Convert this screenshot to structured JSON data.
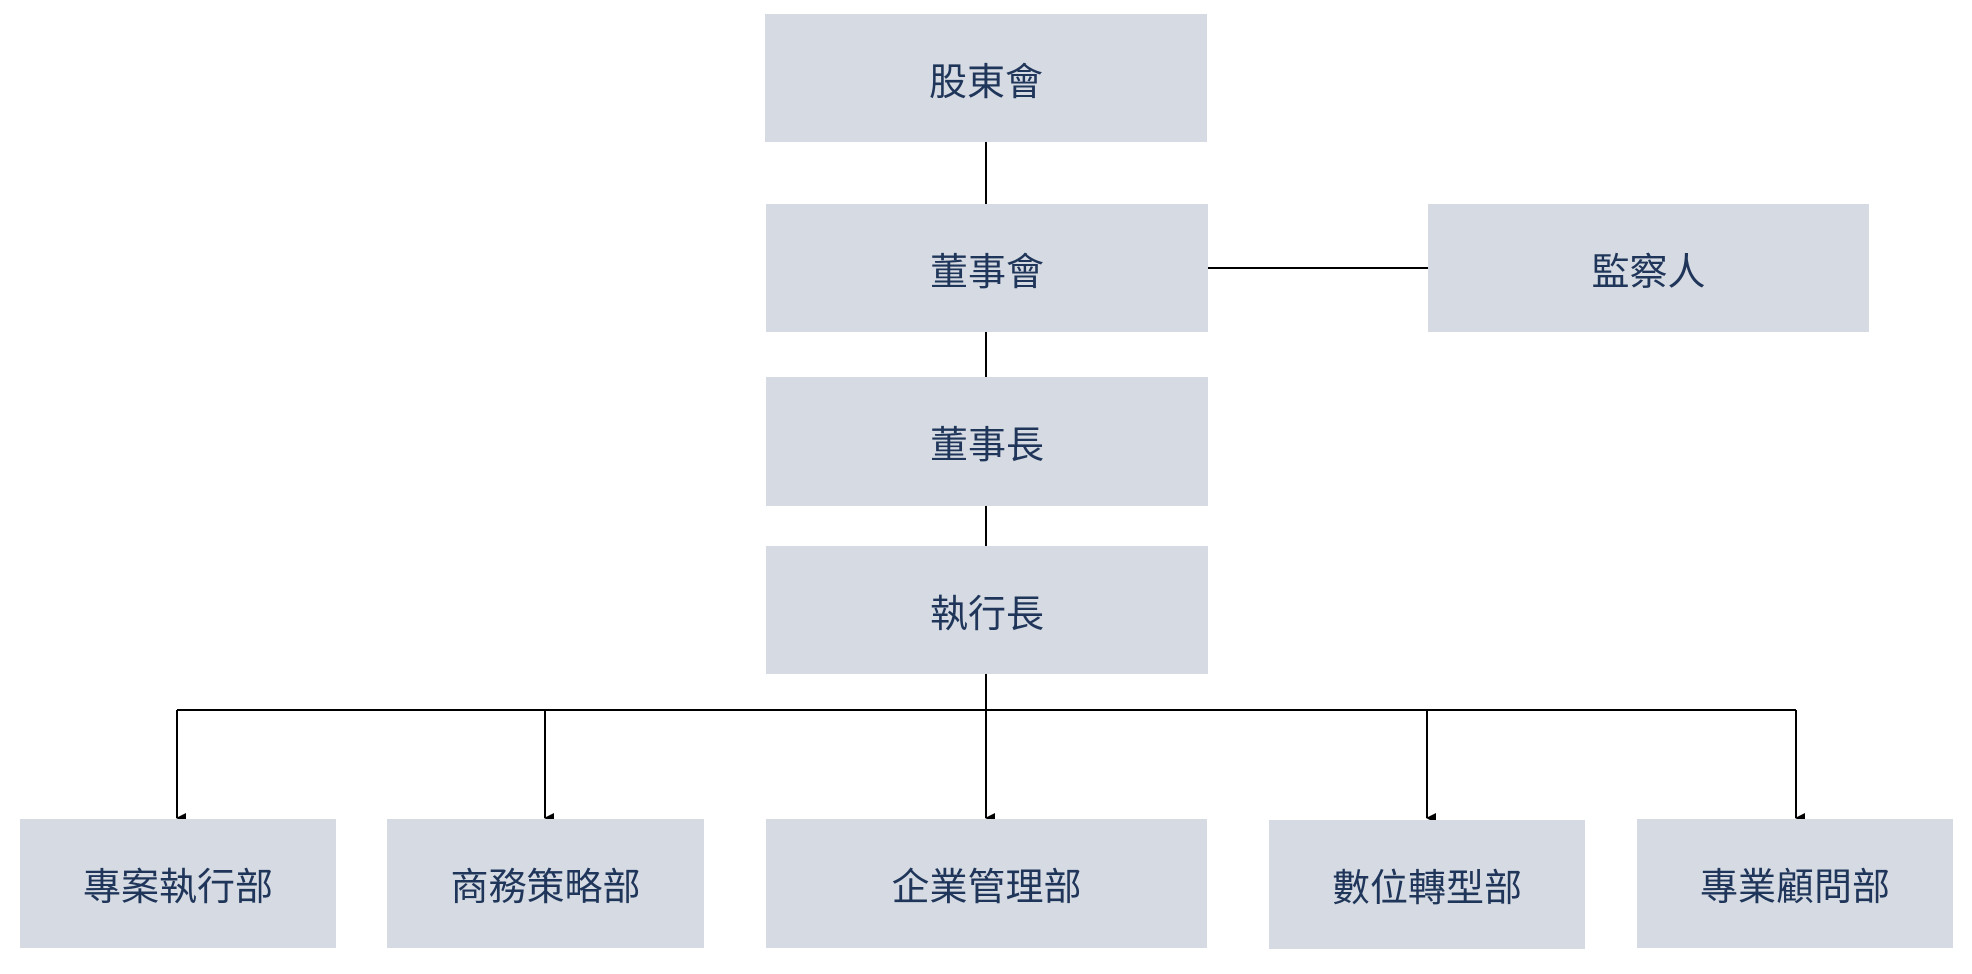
{
  "style": {
    "box_fill": "#d6dbe3",
    "text_color": "#1f3559",
    "line_color": "#000000"
  },
  "chart": {
    "nodes": {
      "shareholders": "股東會",
      "board": "董事會",
      "supervisor": "監察人",
      "chairman": "董事長",
      "ceo": "執行長",
      "dept_project": "專案執行部",
      "dept_strategy": "商務策略部",
      "dept_management": "企業管理部",
      "dept_digital": "數位轉型部",
      "dept_consulting": "專業顧問部"
    },
    "edges": [
      [
        "shareholders",
        "board"
      ],
      [
        "board",
        "supervisor"
      ],
      [
        "board",
        "chairman"
      ],
      [
        "chairman",
        "ceo"
      ],
      [
        "ceo",
        "dept_project"
      ],
      [
        "ceo",
        "dept_strategy"
      ],
      [
        "ceo",
        "dept_management"
      ],
      [
        "ceo",
        "dept_digital"
      ],
      [
        "ceo",
        "dept_consulting"
      ]
    ]
  }
}
